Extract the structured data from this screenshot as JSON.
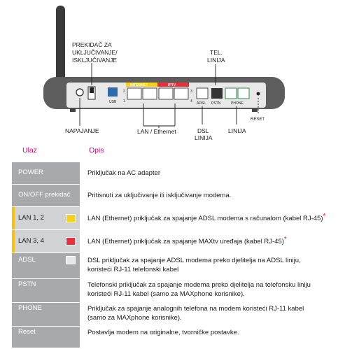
{
  "labels": {
    "switch": [
      "PREKIDAČ ZA",
      "UKLJUČIVANJE/",
      "ISKLJUČIVANJE"
    ],
    "tel": [
      "TEL.",
      "LINIJA"
    ],
    "napajanje": "NAPAJANJE",
    "lan": "LAN / Ethernet",
    "dsl": [
      "DSL",
      "LINIJA"
    ],
    "linija": "LINIJA",
    "reset": "RESET",
    "port_usb": "USB",
    "port_internet": "INTERNET",
    "port_iptv": "IPTV",
    "port_adsl": "ADSL",
    "port_pstn": "PSTN",
    "port_phone": "PHONE",
    "port_num_1": "1",
    "port_num_2": "2",
    "port_num_3": "3",
    "port_num_4": "4"
  },
  "header": {
    "col1": "Ulaz",
    "col2": "Opis"
  },
  "rows": [
    {
      "key": "POWER",
      "desc": "Priključak na AC adapter"
    },
    {
      "key": "ON/OFF prekidač",
      "desc": "Pritisnuti za uključivanje ili isključivanje modema."
    },
    {
      "key": "LAN 1, 2",
      "desc": "LAN (Ethernet) priključak za spajanje ADSL modema s računalom (kabel RJ-45)",
      "asterisk": "*",
      "swatch": "#f7d117"
    },
    {
      "key": "LAN  3, 4",
      "desc": "LAN (Ethernet) priključak za spajanje MAXtv uređaja (kabel RJ-45)",
      "asterisk": "*",
      "swatch": "#e8303a"
    },
    {
      "key": "ADSL",
      "desc": [
        "DSL priključak za spajanje ADSL modema preko djelitelja na ADSL liniju,",
        "koristeći RJ-11 telefonski kabel"
      ],
      "swatch": "#e6e7e8"
    },
    {
      "key": "PSTN",
      "desc": [
        "Telefonski priključak za spajanje modema preko djelitelja na telefonsku liniju",
        "koristeći RJ-11 kabel (samo za MAXphone korisnike)."
      ]
    },
    {
      "key": "PHONE",
      "desc": [
        "Priključak za spajanje analognih telefona na modem koristeći RJ-11 kabel",
        "(samo za MAXphone korisnike)."
      ]
    },
    {
      "key": "Reset",
      "desc": [
        "Postavlja modem na originalne, tvorničke postavke."
      ]
    }
  ],
  "colors": {
    "accent": "#e3007a",
    "key_bg": "#a7a9ac",
    "key_bg_light": "#d1d2d4",
    "yellow": "#f4c20d"
  }
}
